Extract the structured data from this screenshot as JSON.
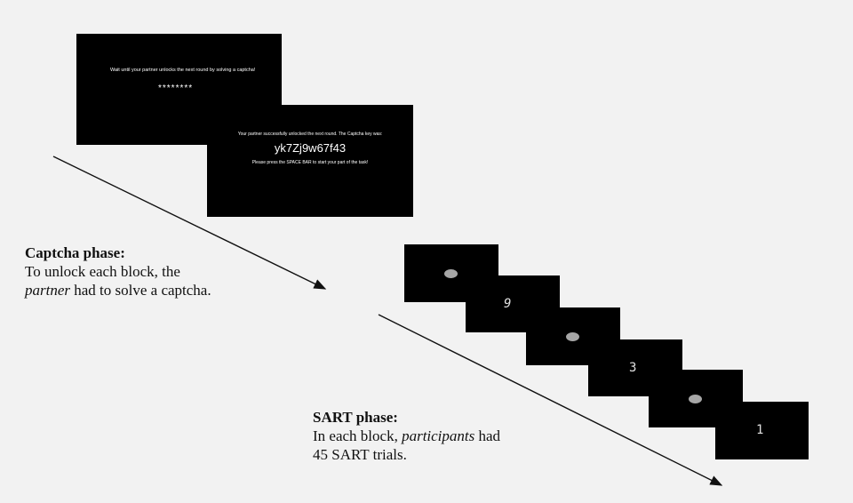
{
  "captcha_screen_1": {
    "instruction": "Wait until your partner unlocks the next round by solving a captcha!",
    "masked_code": "********"
  },
  "captcha_screen_2": {
    "success_text": "Your partner successfully unlocked the next round. The Captcha key was:",
    "captcha_key": "yk7Zj9w67f43",
    "space_prompt": "Please press the SPACE BAR to start your part of the task!"
  },
  "captcha_phase": {
    "heading": "Captcha phase:",
    "line1": "To unlock each block, the",
    "line2_italic": "partner",
    "line2_rest": " had to solve a captcha."
  },
  "sart_trials": [
    "9",
    "3",
    "1"
  ],
  "sart_phase": {
    "heading": "SART phase:",
    "line1_pre": "In each block, ",
    "line1_italic": "participants",
    "line1_post": " had",
    "line2": "45 SART trials."
  }
}
